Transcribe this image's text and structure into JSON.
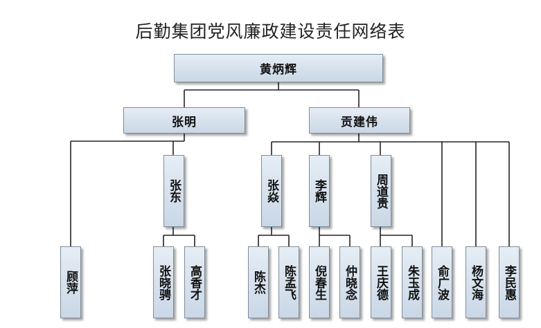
{
  "title": "后勤集团党风廉政建设责任网络表",
  "root": "黄炳辉",
  "level2": [
    "张明",
    "贡建伟"
  ],
  "level3": [
    "张东",
    "张焱",
    "李辉",
    "周道贵"
  ],
  "leaves": [
    "顾萍",
    "张晓骋",
    "高香才",
    "陈杰",
    "陈孟飞",
    "倪春生",
    "仲晓念",
    "王庆德",
    "朱玉成",
    "俞广波",
    "杨文海",
    "李民惠"
  ]
}
